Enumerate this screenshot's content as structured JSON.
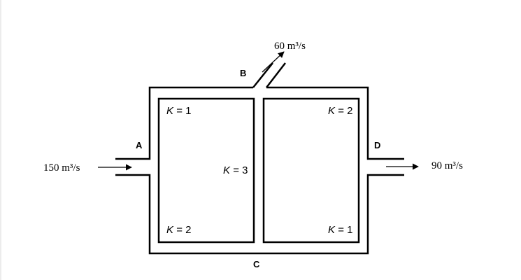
{
  "flows": {
    "inlet": "150 m³/s",
    "outlet_top": "60 m³/s",
    "outlet_right": "90 m³/s"
  },
  "nodes": {
    "A": "A",
    "B": "B",
    "C": "C",
    "D": "D"
  },
  "k_labels": {
    "top_left": {
      "symbol": "K",
      "value": "= 1"
    },
    "top_right": {
      "symbol": "K",
      "value": "= 2"
    },
    "middle": {
      "symbol": "K",
      "value": "= 3"
    },
    "bottom_left": {
      "symbol": "K",
      "value": "= 2"
    },
    "bottom_right": {
      "symbol": "K",
      "value": "= 1"
    }
  }
}
